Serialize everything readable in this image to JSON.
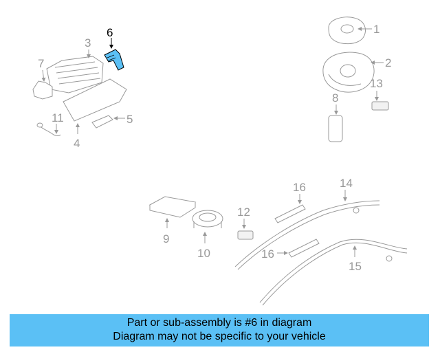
{
  "callouts": {
    "c1": "1",
    "c2": "2",
    "c3": "3",
    "c4": "4",
    "c5": "5",
    "c6": "6",
    "c7": "7",
    "c8": "8",
    "c9": "9",
    "c10": "10",
    "c11": "11",
    "c12": "12",
    "c13": "13",
    "c14": "14",
    "c15": "15",
    "c16a": "16",
    "c16b": "16"
  },
  "caption": {
    "line1": "Part or sub-assembly is #6 in diagram",
    "line2": "Diagram may not be specific to your vehicle"
  },
  "colors": {
    "highlight": "#5bc0f5",
    "part_line": "#999999",
    "active_callout": "#000000",
    "caption_bg": "#5bc0f5"
  }
}
